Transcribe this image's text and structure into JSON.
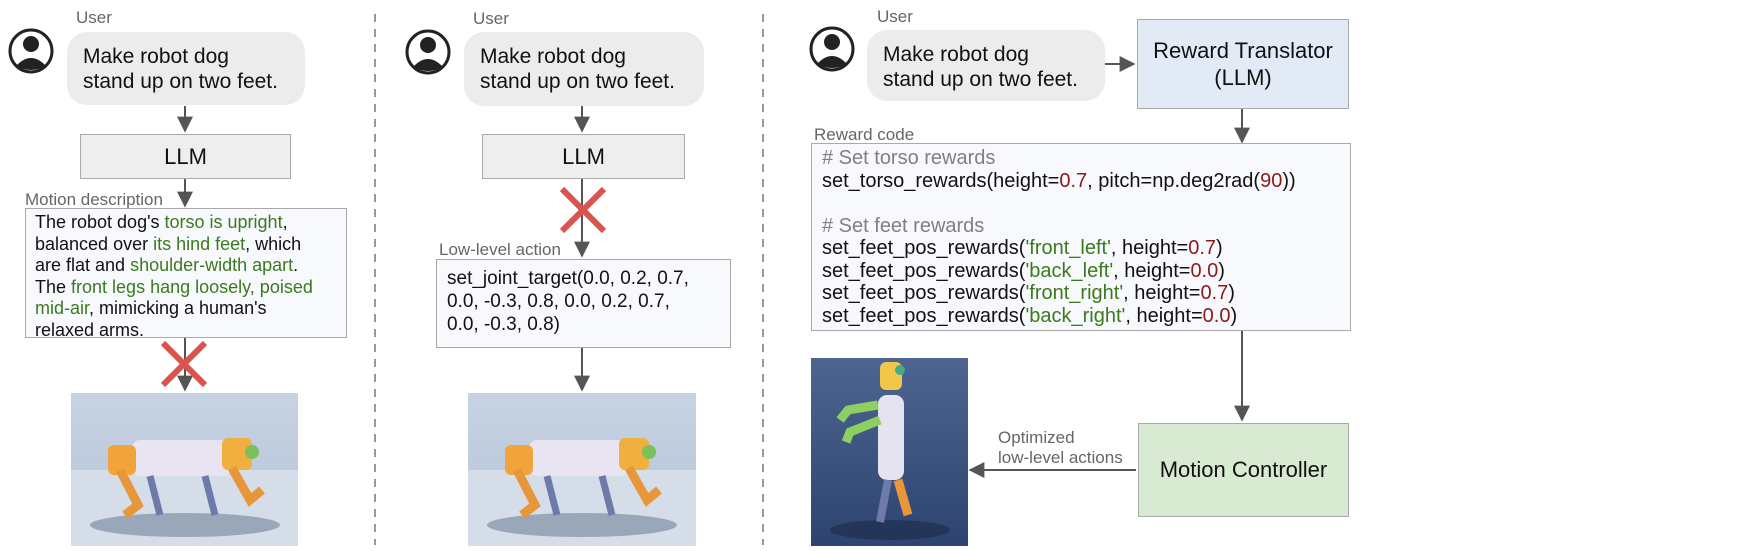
{
  "panel1": {
    "user_label": "User",
    "prompt_line1": "Make robot dog",
    "prompt_line2": "stand up on two feet.",
    "llm_label": "LLM",
    "section_label": "Motion description",
    "desc": [
      {
        "t": "The robot dog's ",
        "g": false
      },
      {
        "t": "torso is upright",
        "g": true
      },
      {
        "t": ",",
        "g": false
      },
      {
        "t": "\nbalanced over ",
        "g": false
      },
      {
        "t": "its hind feet",
        "g": true
      },
      {
        "t": ", which",
        "g": false
      },
      {
        "t": "\nare flat and ",
        "g": false
      },
      {
        "t": "shoulder-width apart",
        "g": true
      },
      {
        "t": ".",
        "g": false
      },
      {
        "t": "\nThe ",
        "g": false
      },
      {
        "t": "front legs hang loosely, poised",
        "g": true
      },
      {
        "t": "\n",
        "g": false
      },
      {
        "t": "mid-air",
        "g": true
      },
      {
        "t": ", mimicking a human's",
        "g": false
      },
      {
        "t": "\nrelaxed arms.",
        "g": false
      }
    ]
  },
  "panel2": {
    "user_label": "User",
    "prompt_line1": "Make robot dog",
    "prompt_line2": "stand up on two feet.",
    "llm_label": "LLM",
    "section_label": "Low-level action",
    "action_lines": [
      "set_joint_target(0.0, 0.2, 0.7,",
      "0.0, -0.3, 0.8, 0.0, 0.2, 0.7,",
      "0.0, -0.3, 0.8)"
    ]
  },
  "panel3": {
    "user_label": "User",
    "prompt_line1": "Make robot dog",
    "prompt_line2": "stand up on two feet.",
    "translator_line1": "Reward Translator",
    "translator_line2": "(LLM)",
    "section_label": "Reward code",
    "code": [
      [
        {
          "t": "# Set torso rewards",
          "c": "cmt"
        }
      ],
      [
        {
          "t": "set_torso_rewards(height=",
          "c": ""
        },
        {
          "t": "0.7",
          "c": "num"
        },
        {
          "t": ", pitch=np.deg2rad(",
          "c": ""
        },
        {
          "t": "90",
          "c": "num"
        },
        {
          "t": "))",
          "c": ""
        }
      ],
      [
        {
          "t": " ",
          "c": ""
        }
      ],
      [
        {
          "t": "# Set feet rewards",
          "c": "cmt"
        }
      ],
      [
        {
          "t": "set_feet_pos_rewards(",
          "c": ""
        },
        {
          "t": "'front_left'",
          "c": "str"
        },
        {
          "t": ", height=",
          "c": ""
        },
        {
          "t": "0.7",
          "c": "num"
        },
        {
          "t": ")",
          "c": ""
        }
      ],
      [
        {
          "t": "set_feet_pos_rewards(",
          "c": ""
        },
        {
          "t": "'back_left'",
          "c": "str"
        },
        {
          "t": ", height=",
          "c": ""
        },
        {
          "t": "0.0",
          "c": "num"
        },
        {
          "t": ")",
          "c": ""
        }
      ],
      [
        {
          "t": "set_feet_pos_rewards(",
          "c": ""
        },
        {
          "t": "'front_right'",
          "c": "str"
        },
        {
          "t": ", height=",
          "c": ""
        },
        {
          "t": "0.7",
          "c": "num"
        },
        {
          "t": ")",
          "c": ""
        }
      ],
      [
        {
          "t": "set_feet_pos_rewards(",
          "c": ""
        },
        {
          "t": "'back_right'",
          "c": "str"
        },
        {
          "t": ", height=",
          "c": ""
        },
        {
          "t": "0.0",
          "c": "num"
        },
        {
          "t": ")",
          "c": ""
        }
      ]
    ],
    "optimized_line1": "Optimized",
    "optimized_line2": "low-level actions",
    "controller_label": "Motion Controller"
  }
}
